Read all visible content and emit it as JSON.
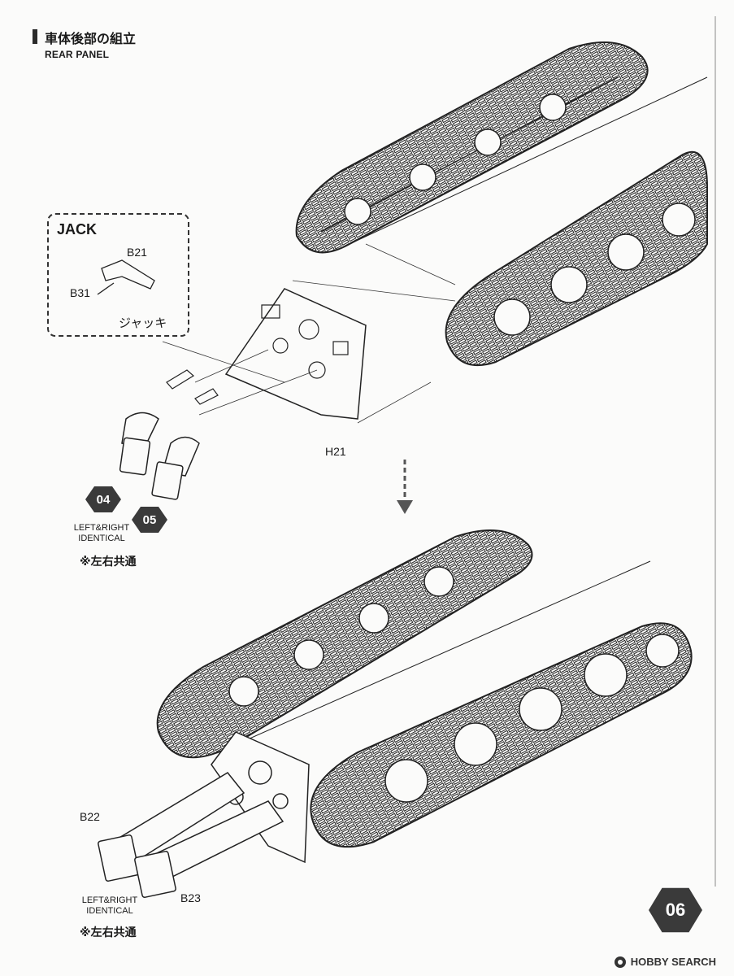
{
  "header": {
    "title_jp": "車体後部の組立",
    "title_en": "REAR PANEL"
  },
  "jack_box": {
    "title": "JACK",
    "part_b21": "B21",
    "part_b31": "B31",
    "caption": "ジャッキ"
  },
  "parts": {
    "h21": "H21",
    "b22": "B22",
    "b23": "B23"
  },
  "step_badges": {
    "part04": "04",
    "part05": "05",
    "step": "06"
  },
  "notes": {
    "identical_1": "LEFT&RIGHT IDENTICAL",
    "identical_2": "LEFT&RIGHT IDENTICAL",
    "common_1": "※左右共通",
    "common_2": "※左右共通"
  },
  "watermark": {
    "text": "HOBBY SEARCH"
  }
}
